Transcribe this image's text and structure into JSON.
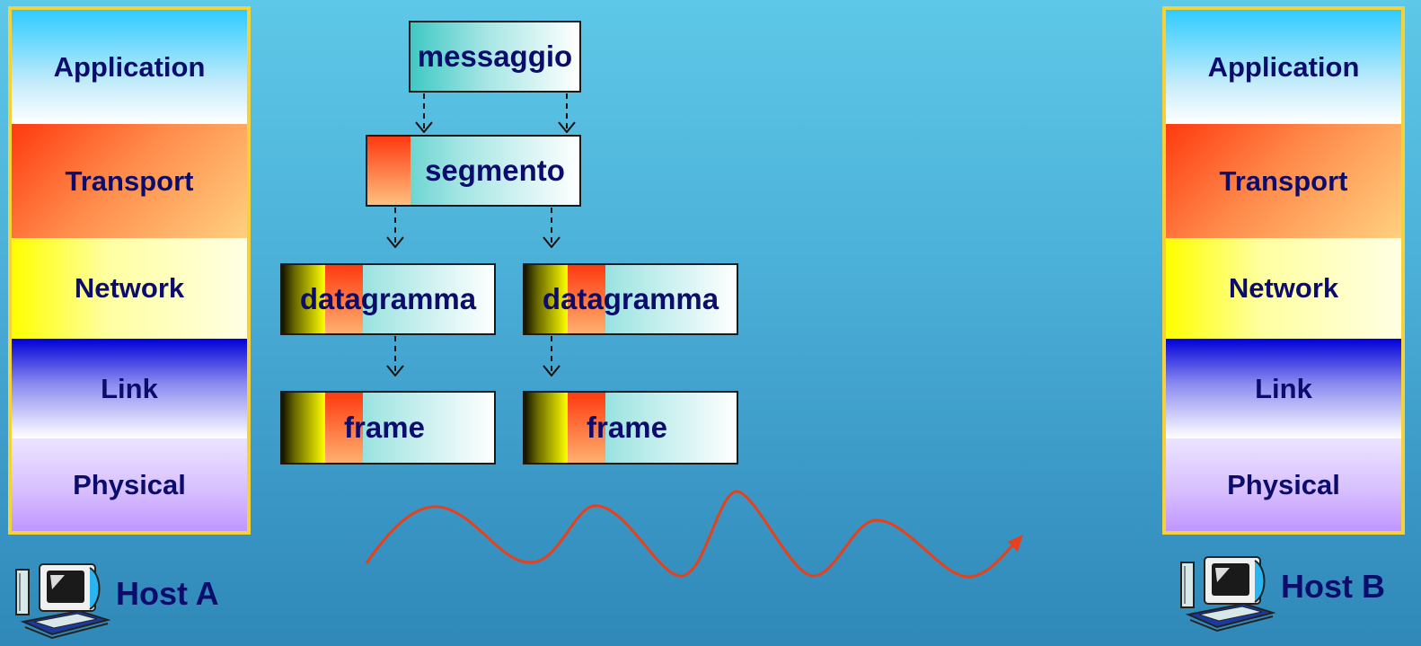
{
  "host_a": {
    "label": "Host A",
    "layers": [
      "Application",
      "Transport",
      "Network",
      "Link",
      "Physical"
    ]
  },
  "host_b": {
    "label": "Host B",
    "layers": [
      "Application",
      "Transport",
      "Network",
      "Link",
      "Physical"
    ]
  },
  "encapsulation": {
    "message": "messaggio",
    "segment": "segmento",
    "datagram_left": "datagramma",
    "datagram_right": "datagramma",
    "frame_left": "frame",
    "frame_right": "frame"
  },
  "colors": {
    "background": "#4cb1d8",
    "stack_border": "#f5d23a",
    "text": "#0c0c6c",
    "signal": "#e8401a"
  },
  "icons": [
    "computer-icon",
    "computer-icon"
  ]
}
